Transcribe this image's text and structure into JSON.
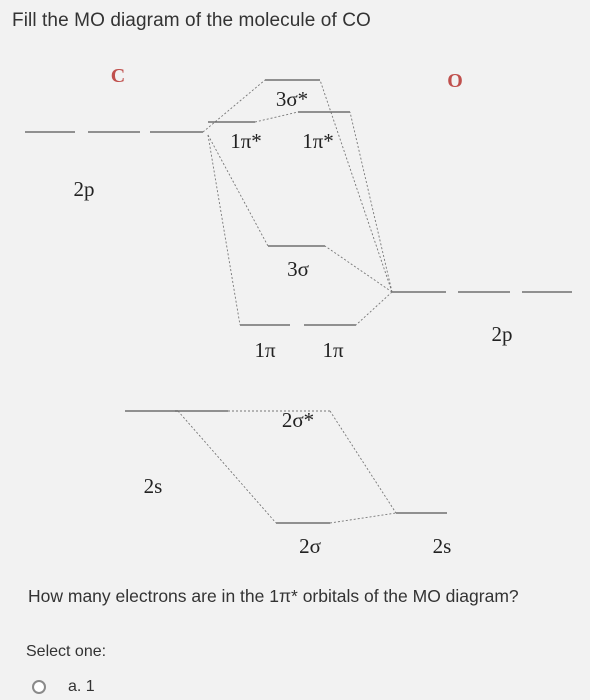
{
  "question_title": "Fill the MO diagram of the molecule of CO",
  "diagram": {
    "atom_left": "C",
    "atom_right": "O",
    "labels": {
      "sigma3_star": "3σ*",
      "pi1_star_a": "1π*",
      "pi1_star_b": "1π*",
      "c_2p": "2p",
      "sigma3": "3σ",
      "o_2p": "2p",
      "pi1_a": "1π",
      "pi1_b": "1π",
      "sigma2_star": "2σ*",
      "c_2s": "2s",
      "sigma2": "2σ",
      "o_2s": "2s"
    },
    "colors": {
      "atom_label": "#c0504d",
      "level_line": "#444444",
      "dashed_line": "#777777"
    }
  },
  "question": "How many electrons are in the 1π* orbitals of the MO diagram?",
  "select_label": "Select one:",
  "options": [
    {
      "label": "a. 1"
    }
  ]
}
